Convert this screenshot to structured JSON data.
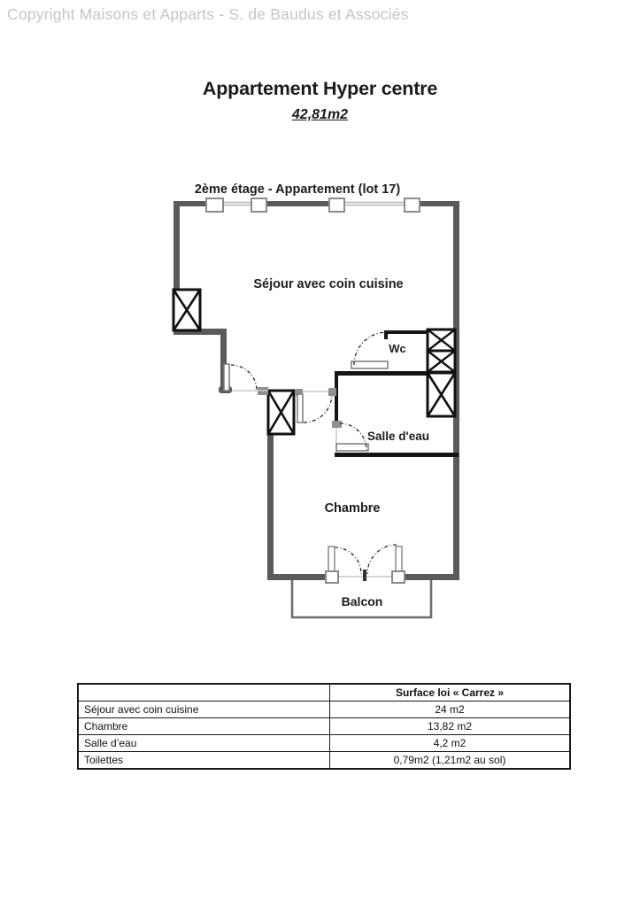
{
  "watermark": "Copyright Maisons et Apparts - S. de Baudus et Associés",
  "header": {
    "title": "Appartement Hyper centre",
    "area_label": "42,81m2"
  },
  "plan": {
    "floor_label": "2ème étage - Appartement (lot 17)",
    "rooms": {
      "sejour": "Séjour avec coin cuisine",
      "wc": "Wc",
      "salle_eau": "Salle d'eau",
      "chambre": "Chambre",
      "balcon": "Balcon"
    },
    "colors": {
      "outer_wall": "#5a5a5a",
      "interior_wall": "#141414",
      "light_gray": "#c8c8c8"
    }
  },
  "surface_table": {
    "column_header": "Surface loi « Carrez »",
    "rows": [
      {
        "label": "Séjour avec coin cuisine",
        "value": "24 m2"
      },
      {
        "label": "Chambre",
        "value": "13,82 m2"
      },
      {
        "label": "Salle d’eau",
        "value": "4,2 m2"
      },
      {
        "label": "Toilettes",
        "value": "0,79m2 (1,21m2 au sol)"
      }
    ]
  }
}
